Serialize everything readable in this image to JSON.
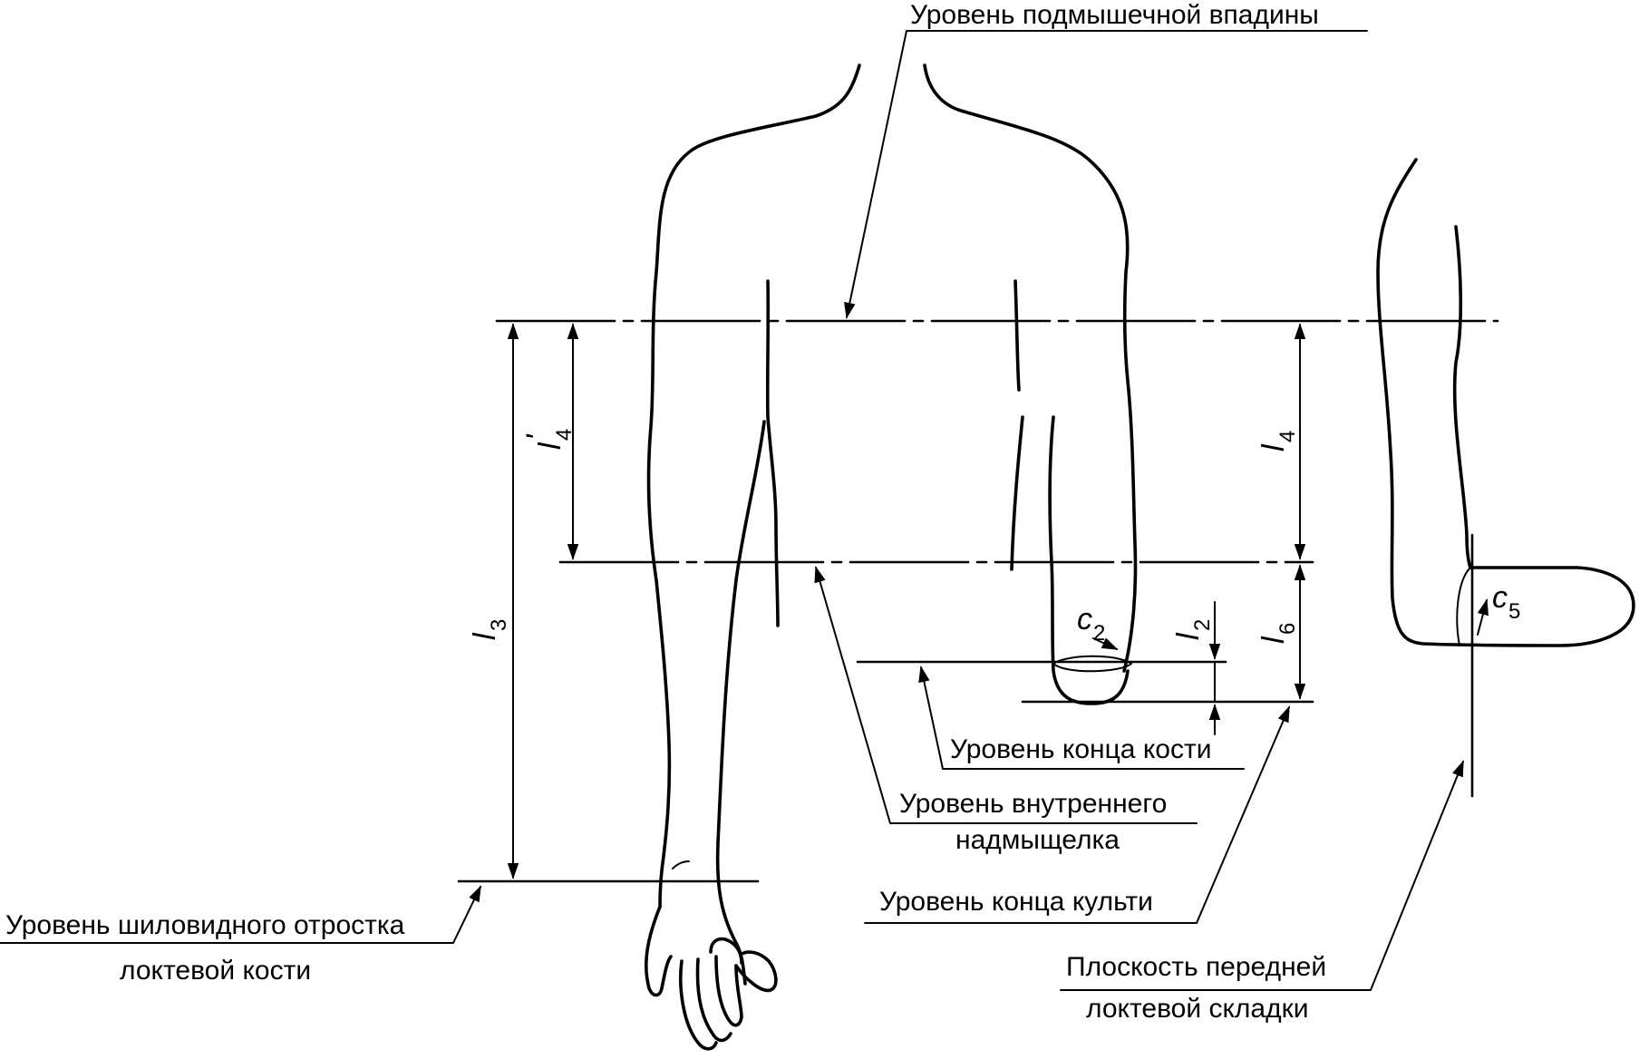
{
  "labels": {
    "axilla": "Уровень подмышечной впадины",
    "styloid_line1": "Уровень шиловидного отростка",
    "styloid_line2": "локтевой кости",
    "bone_end": "Уровень конца кости",
    "epicondyle_line1": "Уровень внутреннего",
    "epicondyle_line2": "надмыщелка",
    "stump_end": "Уровень конца культи",
    "elbow_plane_line1": "Плоскость передней",
    "elbow_plane_line2": "локтевой складки"
  },
  "dimensions": {
    "l3": {
      "letter": "l",
      "sub": "3"
    },
    "l4_prime": {
      "letter": "l",
      "sub": "4",
      "prime": "'"
    },
    "l4": {
      "letter": "l",
      "sub": "4"
    },
    "l6": {
      "letter": "l",
      "sub": "6"
    },
    "l2": {
      "letter": "l",
      "sub": "2"
    },
    "c2": {
      "letter": "c",
      "sub": "2"
    },
    "c5": {
      "letter": "c",
      "sub": "5"
    }
  },
  "colors": {
    "ink": "#000000",
    "background": "#ffffff"
  }
}
